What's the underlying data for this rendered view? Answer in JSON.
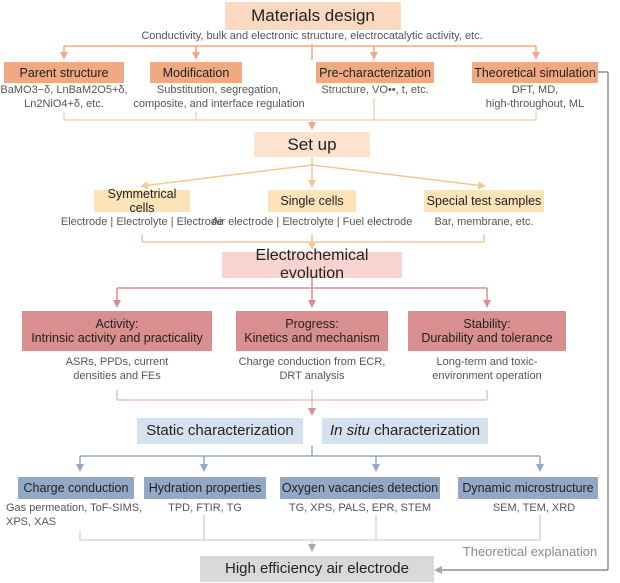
{
  "materials_design": {
    "title": "Materials design",
    "subtitle": "Conductivity, bulk and electronic structure, electrocatalytic activity, etc."
  },
  "design_branches": [
    {
      "label": "Parent structure",
      "desc_lines": [
        "BaMO3−δ, LnBaM2O5+δ,",
        "Ln2NiO4+δ, etc."
      ]
    },
    {
      "label": "Modification",
      "desc_lines": [
        "Substitution, segregation,",
        "composite, and interface regulation"
      ]
    },
    {
      "label": "Pre-characterization",
      "desc_lines": [
        "Structure, VO••, t, etc."
      ]
    },
    {
      "label": "Theoretical simulation",
      "desc_lines": [
        "DFT, MD,",
        "high-throughout, ML"
      ]
    }
  ],
  "setup": {
    "title": "Set up"
  },
  "setup_branches": [
    {
      "label": "Symmetrical cells",
      "desc": "Electrode | Electrolyte | Electrode"
    },
    {
      "label": "Single cells",
      "desc": "Air electrode | Electrolyte | Fuel electrode"
    },
    {
      "label": "Special test samples",
      "desc": "Bar, membrane, etc."
    }
  ],
  "evolution": {
    "title": "Electrochemical evolution"
  },
  "evolution_branches": [
    {
      "label_lines": [
        "Activity:",
        "Intrinsic activity and practicality"
      ],
      "desc_lines": [
        "ASRs, PPDs, current",
        "densities and FEs"
      ]
    },
    {
      "label_lines": [
        "Progress:",
        "Kinetics and mechanism"
      ],
      "desc_lines": [
        "Charge conduction from ECR,",
        "DRT analysis"
      ]
    },
    {
      "label_lines": [
        "Stability:",
        "Durability and tolerance"
      ],
      "desc_lines": [
        "Long-term and toxic-",
        "environment operation"
      ]
    }
  ],
  "characterization": {
    "static": "Static characterization",
    "insitu_italic": "In situ",
    "insitu_rest": " characterization"
  },
  "char_branches": [
    {
      "label": "Charge conduction",
      "desc_lines": [
        "Gas permeation, ToF-SIMS,",
        "XPS, XAS"
      ]
    },
    {
      "label": "Hydration properties",
      "desc_lines": [
        "TPD, FTIR, TG"
      ]
    },
    {
      "label": "Oxygen vacancies detection",
      "desc_lines": [
        "TG, XPS, PALS, EPR, STEM"
      ]
    },
    {
      "label": "Dynamic microstructure",
      "desc_lines": [
        "SEM, TEM, XRD"
      ]
    }
  ],
  "theoretical_explanation": "Theoretical explanation",
  "final": {
    "title": "High efficiency air electrode"
  },
  "colors": {
    "peach_light": "#fbd9c1",
    "peach_dark": "#f0a980",
    "peach_line": "#f2c4a0",
    "yellow_light": "#fce3b8",
    "rose_light": "#f7d4d0",
    "rose_dark": "#d98f8f",
    "rose_line": "#e3a5a5",
    "blue_light": "#d6e1ef",
    "blue_dark": "#93a8c7",
    "blue_line": "#a9bbd6",
    "grey_box": "#d9d9d9",
    "grey_line": "#b5b5b5",
    "text_grey": "#555555"
  }
}
